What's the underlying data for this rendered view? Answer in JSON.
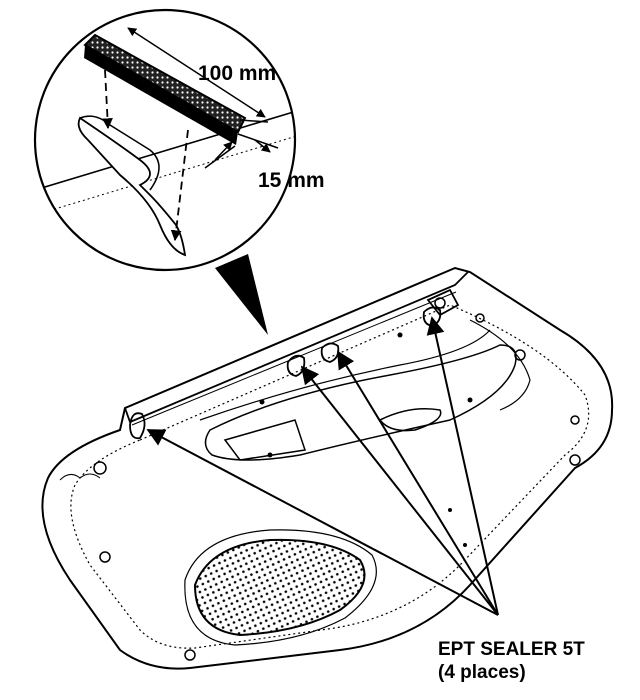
{
  "labels": {
    "dim_length": "100 mm",
    "dim_width": "15 mm",
    "sealer_name": "EPT SEALER 5T",
    "sealer_places": "(4 places)"
  },
  "colors": {
    "ink": "#000000",
    "paper": "#ffffff"
  },
  "icons": [
    "arrowhead-icon"
  ]
}
